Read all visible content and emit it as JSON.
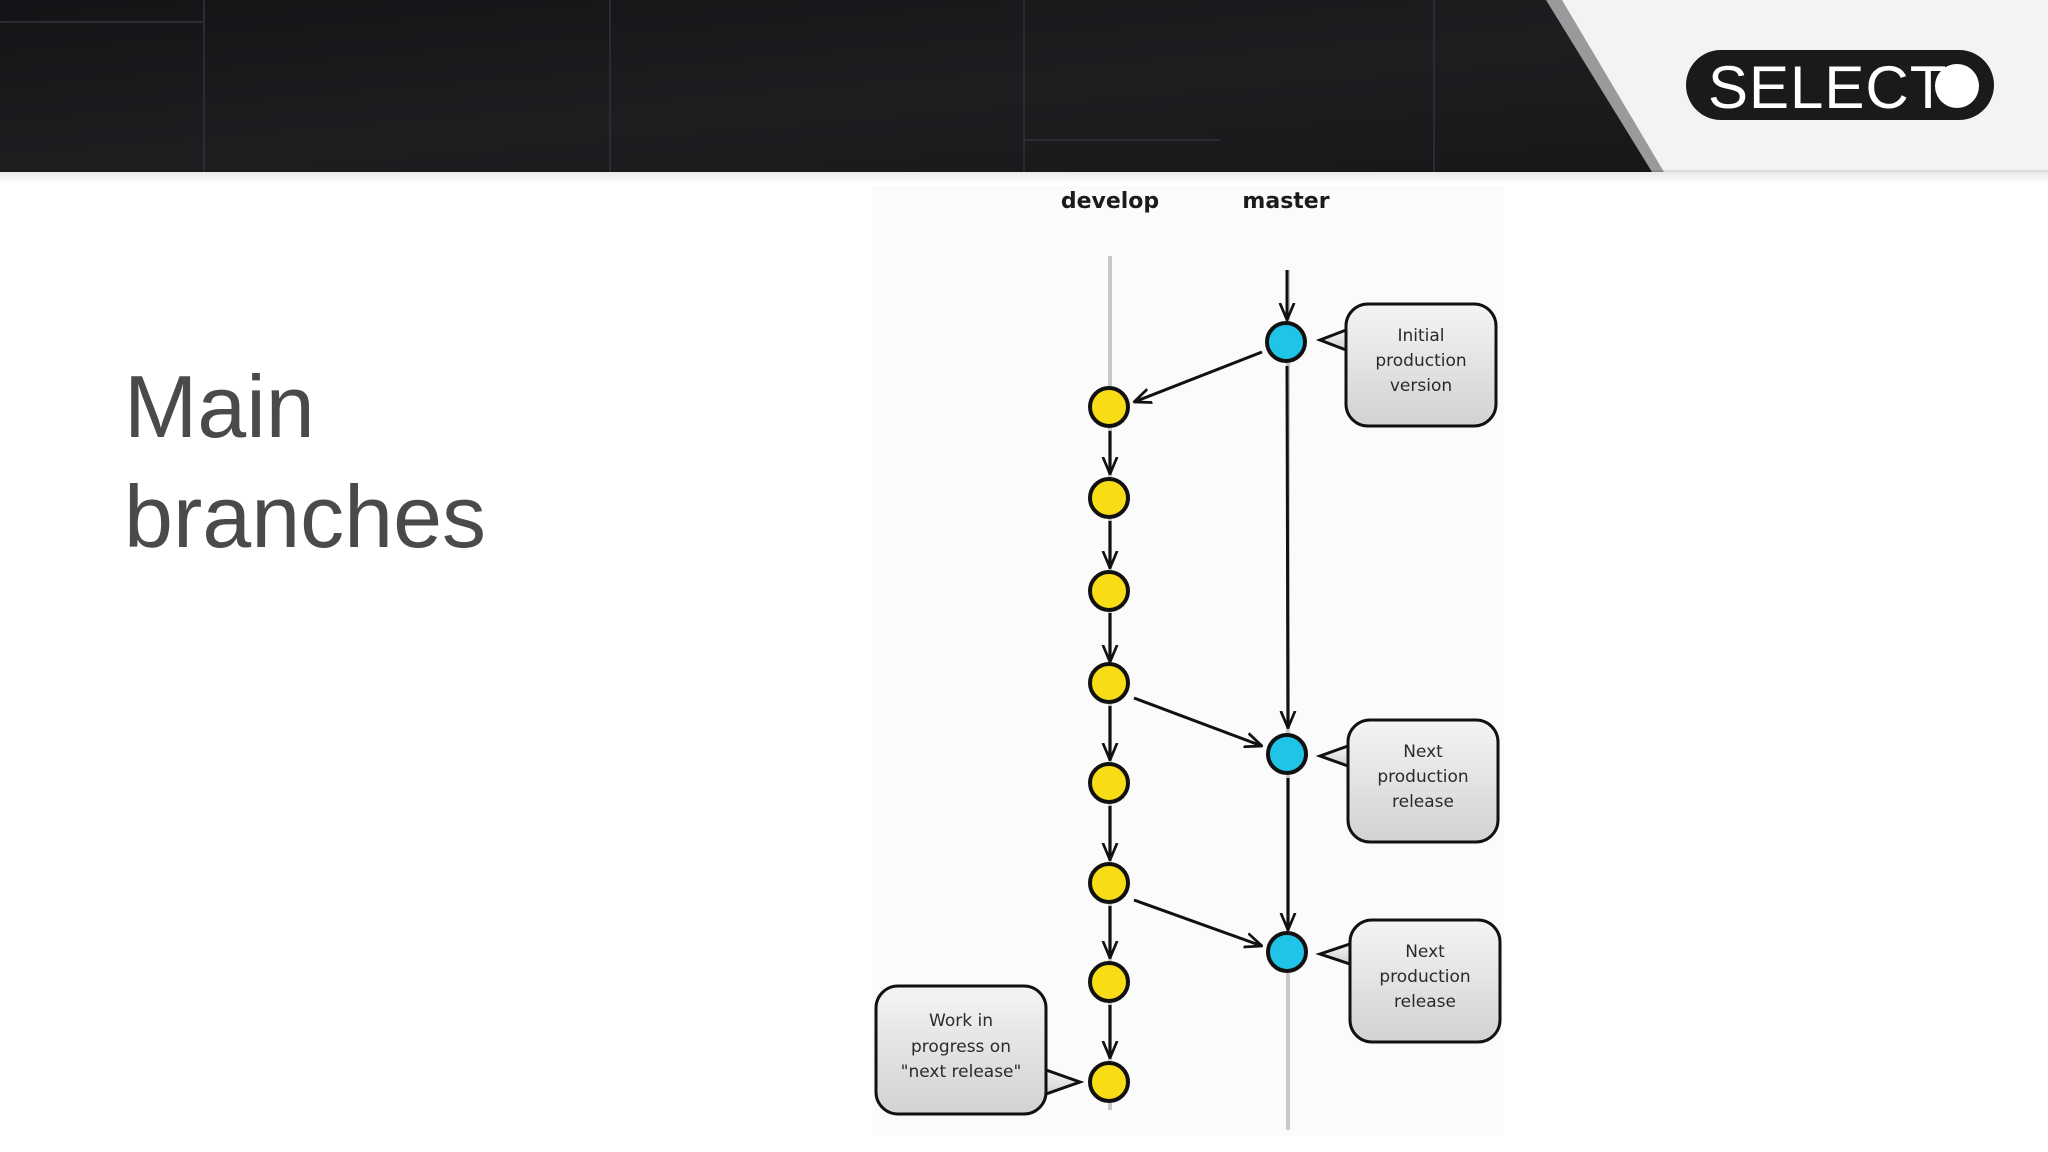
{
  "slide": {
    "title_lines": [
      "Main",
      "branches"
    ]
  },
  "brand": {
    "logo_text": "SELECT",
    "header_color": "#1c1c1e",
    "logo_panel_color": "#f3f3f3"
  },
  "diagram": {
    "lanes": {
      "develop": "develop",
      "master": "master"
    },
    "develop_commit_count": 8,
    "master_commit_count": 3,
    "develop_commit_color": "#f7dc16",
    "master_commit_color": "#1fc4e6",
    "callouts": {
      "initial": [
        "Initial",
        "production",
        "version"
      ],
      "release_1": [
        "Next",
        "production",
        "release"
      ],
      "release_2": [
        "Next",
        "production",
        "release"
      ],
      "wip": [
        "Work in",
        "progress on",
        "\"next release\""
      ]
    }
  }
}
